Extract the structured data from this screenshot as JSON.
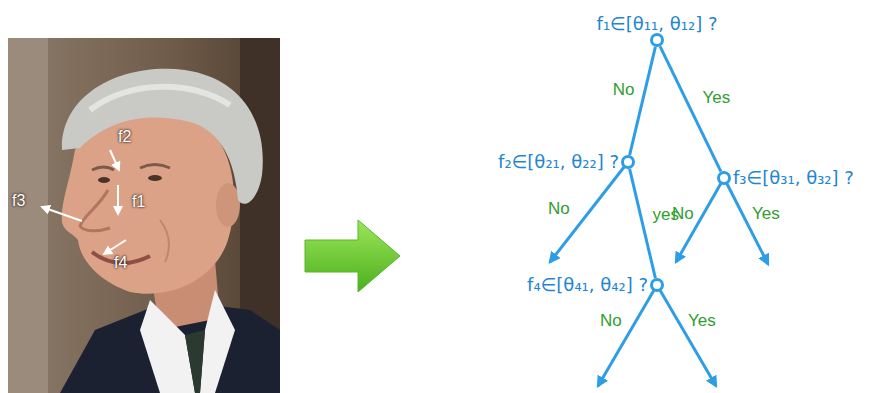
{
  "diagram": {
    "nodes": [
      {
        "text": [
          "f₁∈[θ₁₁, θ₁₂] ?"
        ]
      },
      {
        "text": [
          "f₂∈[θ₂₁, θ₂₂] ?"
        ]
      },
      {
        "text": [
          "f₃∈[θ₃₁, θ₃₂] ?"
        ]
      },
      {
        "text": [
          "f₄∈[θ₄₁, θ₄₂] ?"
        ]
      }
    ],
    "edges": [
      {
        "from": 0,
        "to": 1,
        "arrow": "none",
        "label": "No"
      },
      {
        "from": 0,
        "to": 2,
        "arrow": "none",
        "label": "Yes"
      },
      {
        "from": 1,
        "to": 3,
        "arrow": "none",
        "label": "yes"
      }
    ],
    "labels": [
      "f2",
      "f1",
      "f3",
      "f4",
      "No",
      "No",
      "Yes",
      "No",
      "Yes"
    ]
  }
}
